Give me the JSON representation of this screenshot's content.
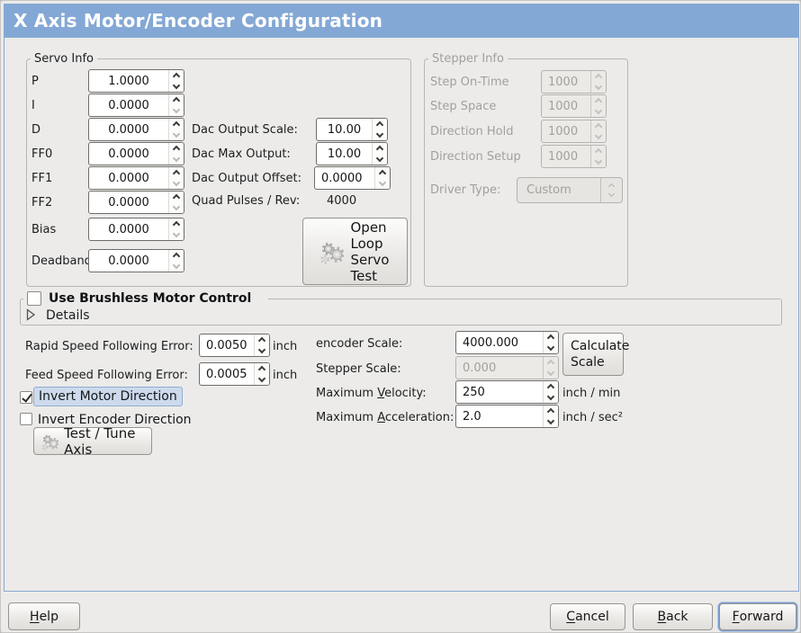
{
  "window": {
    "title": "X Axis Motor/Encoder Configuration"
  },
  "colors": {
    "titlebar": "#84a8d5",
    "background": "#ecebe9",
    "content_border": "#8ba6d0",
    "focus_ring": "#7c9fd4",
    "highlight_bg": "#ccdaec",
    "highlight_border": "#92add1"
  },
  "servo_info": {
    "title": "Servo Info",
    "fields": [
      {
        "label": "P",
        "value": "1.0000"
      },
      {
        "label": "I",
        "value": "0.0000"
      },
      {
        "label": "D",
        "value": "0.0000"
      },
      {
        "label": "FF0",
        "value": "0.0000"
      },
      {
        "label": "FF1",
        "value": "0.0000"
      },
      {
        "label": "FF2",
        "value": "0.0000"
      },
      {
        "label": "Bias",
        "value": "0.0000"
      },
      {
        "label": "Deadband",
        "value": "0.0000"
      }
    ],
    "dac": [
      {
        "label": "Dac Output Scale:",
        "value": "10.00"
      },
      {
        "label": "Dac Max Output:",
        "value": "10.00"
      },
      {
        "label": "Dac Output Offset:",
        "value": "0.0000"
      }
    ],
    "quad_label": "Quad Pulses / Rev:",
    "quad_value": "4000",
    "open_loop_button": "Open Loop Servo Test"
  },
  "stepper_info": {
    "title": "Stepper Info",
    "fields": [
      {
        "label": "Step On-Time",
        "value": "1000"
      },
      {
        "label": "Step Space",
        "value": "1000"
      },
      {
        "label": "Direction Hold",
        "value": "1000"
      },
      {
        "label": "Direction Setup",
        "value": "1000"
      }
    ],
    "driver_type_label": "Driver Type:",
    "driver_type_value": "Custom"
  },
  "brushless": {
    "checkbox_label": "Use Brushless Motor Control",
    "details_label": "Details"
  },
  "following_error": {
    "rapid_label": "Rapid Speed Following Error:",
    "rapid_value": "0.0050",
    "rapid_unit": "inch",
    "feed_label": "Feed Speed Following Error:",
    "feed_value": "0.0005",
    "feed_unit": "inch"
  },
  "scales": {
    "encoder_label": "encoder Scale:",
    "encoder_value": "4000.000",
    "calculate_button": "Calculate Scale",
    "stepper_label": "Stepper Scale:",
    "stepper_value": "0.000",
    "velocity": {
      "pre": "Maximum ",
      "key": "V",
      "post": "elocity:",
      "value": "250",
      "unit": "inch / min"
    },
    "acceleration": {
      "pre": "Maximum ",
      "key": "A",
      "post": "cceleration:",
      "value": "2.0",
      "unit": "inch / sec²"
    }
  },
  "invert": {
    "motor_label": "Invert Motor Direction",
    "encoder_label": "Invert Encoder Direction"
  },
  "test_tune_button": "Test / Tune Axis",
  "nav": {
    "help": {
      "key": "H",
      "post": "elp"
    },
    "cancel": {
      "key": "C",
      "post": "ancel"
    },
    "back": {
      "key": "B",
      "post": "ack"
    },
    "forward": {
      "key": "F",
      "post": "orward"
    }
  }
}
